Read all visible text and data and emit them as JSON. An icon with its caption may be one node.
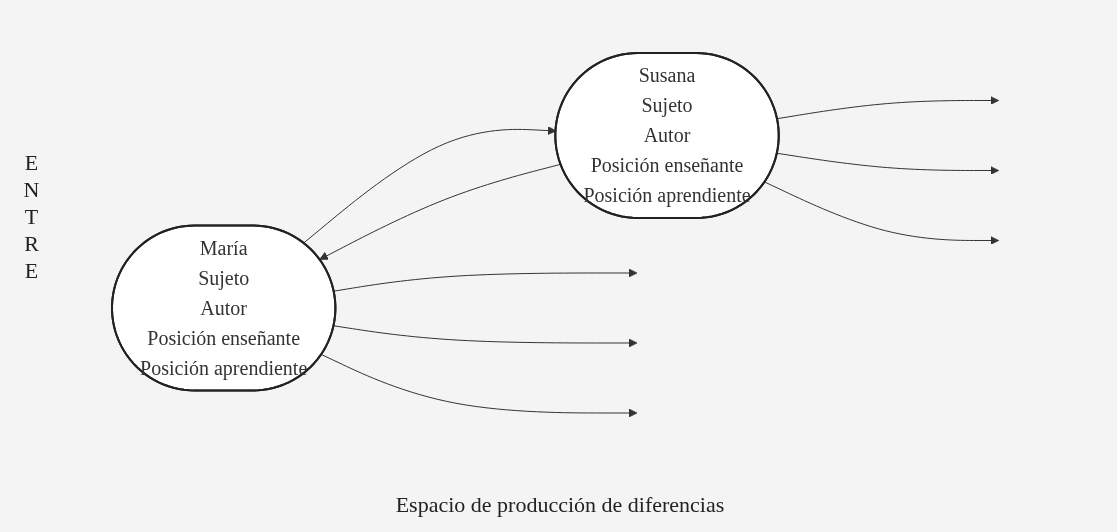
{
  "diagram": {
    "nodes": [
      {
        "text": [
          "María",
          "Sujeto",
          "Autor",
          "Posición enseñante",
          "Posición aprendiente"
        ]
      },
      {
        "text": [
          "Susana",
          "Sujeto",
          "Autor",
          "Posición enseñante",
          "Posición aprendiente"
        ]
      }
    ],
    "edges": [
      {
        "from": 0,
        "to": null,
        "arrow": "to"
      },
      {
        "from": 0,
        "to": null,
        "arrow": "to"
      },
      {
        "from": 0,
        "to": 1,
        "arrow": "to"
      },
      {
        "from": 0,
        "to": null,
        "arrow": "to"
      },
      {
        "from": 1,
        "to": null,
        "arrow": "to"
      },
      {
        "from": 1,
        "to": null,
        "arrow": "to"
      },
      {
        "from": 1,
        "to": 0,
        "arrow": "to"
      },
      {
        "from": 1,
        "to": null,
        "arrow": "to"
      }
    ],
    "labels": [
      "ENTRE",
      "Espacio de producción de diferencias"
    ]
  }
}
